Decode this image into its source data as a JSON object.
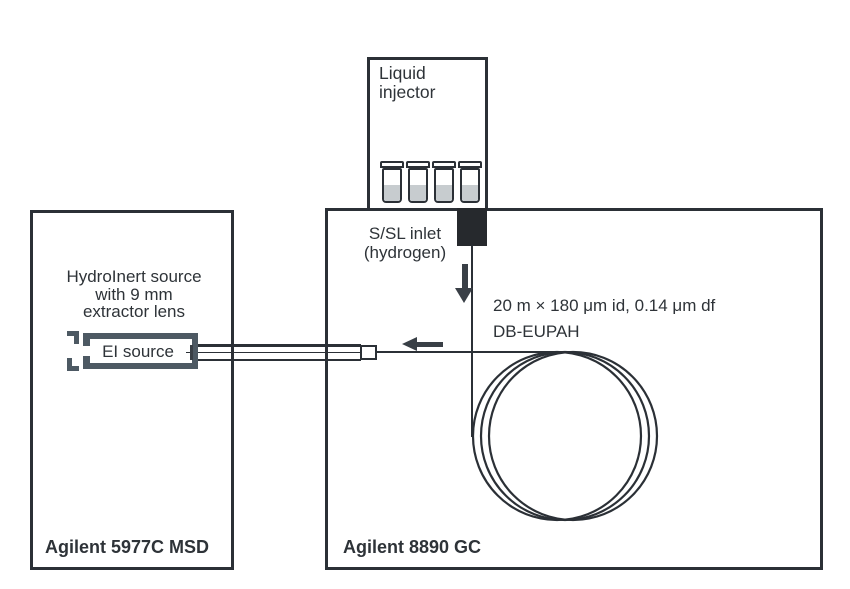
{
  "colors": {
    "outline": "#2b3036",
    "slate": "#4d5963",
    "arrow": "#393f46",
    "vial_fill": "#c7cccf",
    "inlet_block": "#26292d",
    "text": "#2e3338",
    "bg": "#ffffff"
  },
  "liquid_injector": {
    "label_line1": "Liquid",
    "label_line2": "injector",
    "vial_count": 4
  },
  "gc_box": {
    "name": "Agilent 8890 GC",
    "inlet_label_line1": "S/SL inlet",
    "inlet_label_line2": "(hydrogen)",
    "column_spec": "20 m × 180 μm id, 0.14 μm df",
    "column_name": "DB-EUPAH"
  },
  "msd_box": {
    "name": "Agilent 5977C MSD",
    "source_label_line1": "HydroInert source",
    "source_label_line2": "with 9 mm",
    "source_label_line3": "extractor lens",
    "ei_source_label": "EI source"
  },
  "icons": {
    "vial": "sample-vial-icon",
    "down_arrow": "flow-down-arrow-icon",
    "left_arrow": "flow-left-arrow-icon",
    "coil": "gc-column-coil-icon",
    "inlet": "inlet-port-block",
    "extractor_lens": "extractor-lens-brackets"
  }
}
